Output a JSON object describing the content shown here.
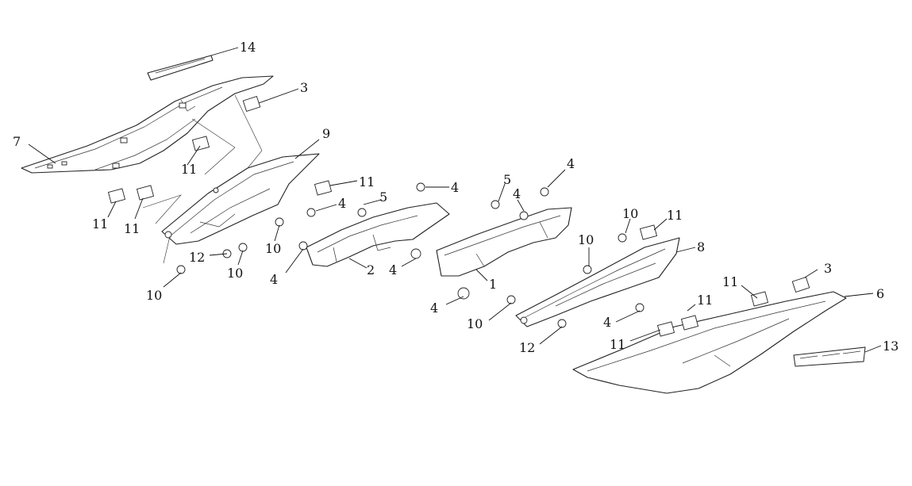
{
  "callouts": [
    {
      "id": "c14",
      "label": "14"
    },
    {
      "id": "c3a",
      "label": "3"
    },
    {
      "id": "c7",
      "label": "7"
    },
    {
      "id": "c9",
      "label": "9"
    },
    {
      "id": "c11a",
      "label": "11"
    },
    {
      "id": "c11b",
      "label": "11"
    },
    {
      "id": "c11c",
      "label": "11"
    },
    {
      "id": "c11d",
      "label": "11"
    },
    {
      "id": "c12a",
      "label": "12"
    },
    {
      "id": "c10a",
      "label": "10"
    },
    {
      "id": "c10b",
      "label": "10"
    },
    {
      "id": "c10c",
      "label": "10"
    },
    {
      "id": "c4a",
      "label": "4"
    },
    {
      "id": "c4b",
      "label": "4"
    },
    {
      "id": "c5a",
      "label": "5"
    },
    {
      "id": "c4c",
      "label": "4"
    },
    {
      "id": "c2",
      "label": "2"
    },
    {
      "id": "c4d",
      "label": "4"
    },
    {
      "id": "c5b",
      "label": "5"
    },
    {
      "id": "c4e",
      "label": "4"
    },
    {
      "id": "c4f",
      "label": "4"
    },
    {
      "id": "c1",
      "label": "1"
    },
    {
      "id": "c4g",
      "label": "4"
    },
    {
      "id": "c10d",
      "label": "10"
    },
    {
      "id": "c10e",
      "label": "10"
    },
    {
      "id": "c10f",
      "label": "10"
    },
    {
      "id": "c11e",
      "label": "11"
    },
    {
      "id": "c8",
      "label": "8"
    },
    {
      "id": "c12b",
      "label": "12"
    },
    {
      "id": "c4h",
      "label": "4"
    },
    {
      "id": "c11f",
      "label": "11"
    },
    {
      "id": "c11g",
      "label": "11"
    },
    {
      "id": "c11h",
      "label": "11"
    },
    {
      "id": "c3b",
      "label": "3"
    },
    {
      "id": "c6",
      "label": "6"
    },
    {
      "id": "c13",
      "label": "13"
    }
  ]
}
